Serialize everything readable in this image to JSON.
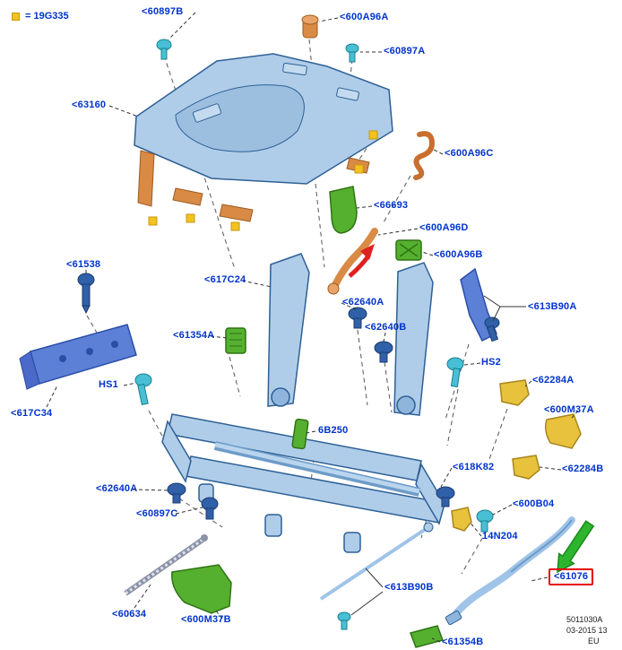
{
  "legend": {
    "marker_text": "= 19G335"
  },
  "labels": [
    {
      "id": "60897B",
      "text": "<60897B"
    },
    {
      "id": "600A96A",
      "text": "<600A96A"
    },
    {
      "id": "60897A",
      "text": "<60897A"
    },
    {
      "id": "63160",
      "text": "<63160"
    },
    {
      "id": "600A96C",
      "text": "<600A96C"
    },
    {
      "id": "66693",
      "text": "<66693"
    },
    {
      "id": "600A96D",
      "text": "<600A96D"
    },
    {
      "id": "600A96B",
      "text": "<600A96B"
    },
    {
      "id": "61538",
      "text": "<61538"
    },
    {
      "id": "617C24",
      "text": "<617C24"
    },
    {
      "id": "62640A",
      "text": "<62640A"
    },
    {
      "id": "62640B",
      "text": "<62640B"
    },
    {
      "id": "613B90A",
      "text": "<613B90A"
    },
    {
      "id": "61354A",
      "text": "<61354A"
    },
    {
      "id": "HS1",
      "text": "HS1"
    },
    {
      "id": "HS2",
      "text": "HS2"
    },
    {
      "id": "62284A",
      "text": "<62284A"
    },
    {
      "id": "600M37A",
      "text": "<600M37A"
    },
    {
      "id": "617C34",
      "text": "<617C34"
    },
    {
      "id": "6B250",
      "text": "6B250"
    },
    {
      "id": "618K82",
      "text": "<618K82"
    },
    {
      "id": "62284B",
      "text": "<62284B"
    },
    {
      "id": "62640A-lower",
      "text": "<62640A"
    },
    {
      "id": "600B04",
      "text": "<600B04"
    },
    {
      "id": "60897C",
      "text": "<60897C"
    },
    {
      "id": "14N204",
      "text": "14N204"
    },
    {
      "id": "61076",
      "text": "<61076"
    },
    {
      "id": "60634",
      "text": "<60634"
    },
    {
      "id": "600M37B",
      "text": "<600M37B"
    },
    {
      "id": "613B90B",
      "text": "<613B90B"
    },
    {
      "id": "61354B",
      "text": "<61354B"
    }
  ],
  "footer": {
    "doc_id": "5011030A",
    "date": "03-2015 13",
    "region": "EU"
  },
  "colors": {
    "label_text": "#0033CC",
    "highlight_box": "#E60000",
    "arrow_green": "#2DB52D",
    "arrow_red": "#E02020",
    "marker_yellow": "#F2C21E",
    "part_light_blue": "#AFCDE9",
    "part_medium_blue": "#5C80D6",
    "part_dark_blue": "#3060A8",
    "part_cyan": "#49BFD6",
    "part_green": "#56B02F",
    "part_orange": "#D98A45",
    "part_yellow": "#E8C23D"
  }
}
